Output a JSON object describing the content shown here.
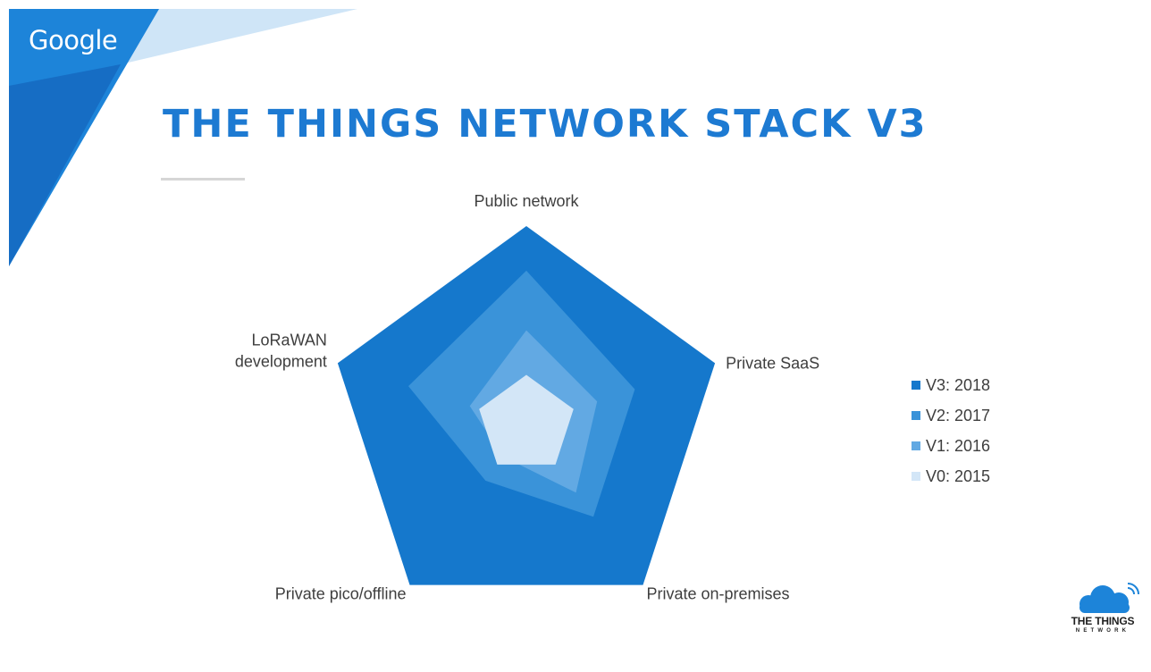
{
  "slide": {
    "brand": "Google",
    "title": "THE THINGS NETWORK STACK V3"
  },
  "colors": {
    "accent": "#1d7ad2",
    "deco_light": "#cfe5f7",
    "deco_mid": "#1d84d9",
    "deco_dark": "#1466bc"
  },
  "chart_data": {
    "type": "radar",
    "axes": [
      "Public network",
      "Private SaaS",
      "Private on-premises",
      "Private pico/offline",
      "LoRaWAN development"
    ],
    "rlim": [
      0,
      4
    ],
    "legend_position": "right",
    "series": [
      {
        "name": "V3: 2018",
        "color": "#1578cc",
        "values": [
          4,
          4,
          4,
          4,
          4
        ]
      },
      {
        "name": "V2: 2017",
        "color": "#3a93d9",
        "values": [
          3.1,
          2.3,
          2.3,
          1.4,
          2.5
        ]
      },
      {
        "name": "V1: 2016",
        "color": "#62a9e3",
        "values": [
          1.9,
          1.5,
          1.7,
          0.8,
          1.2
        ]
      },
      {
        "name": "V0: 2015",
        "color": "#d3e6f7",
        "values": [
          1,
          1,
          1,
          1,
          1
        ]
      }
    ]
  },
  "logo": {
    "name_line1": "THE THINGS",
    "name_line2": "NETWORK",
    "icon": "cloud-icon"
  }
}
